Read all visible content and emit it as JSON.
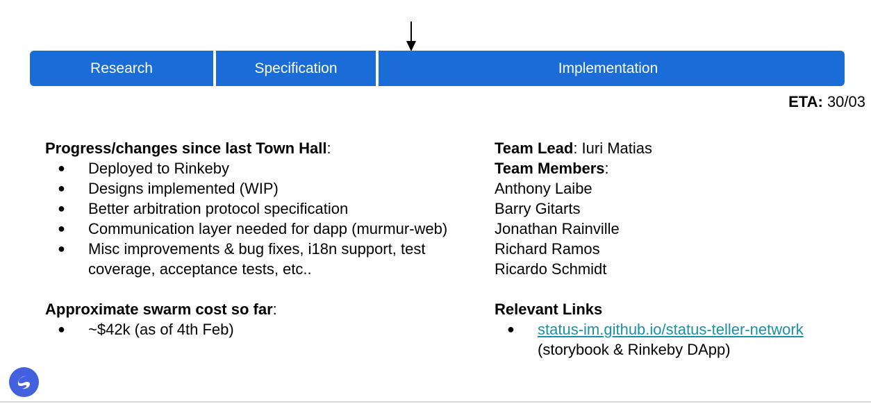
{
  "phases": {
    "research": "Research",
    "specification": "Specification",
    "implementation": "Implementation",
    "progress_marker": "arrow-down-icon"
  },
  "eta": {
    "label": "ETA:",
    "value": " 30/03"
  },
  "progress": {
    "heading": "Progress/changes since last Town Hall",
    "colon": ":",
    "items": [
      "Deployed to Rinkeby",
      "Designs implemented (WIP)",
      "Better arbitration protocol specification",
      "Communication layer needed for dapp (murmur-web)",
      "Misc improvements & bug fixes, i18n support, test coverage, acceptance tests, etc.."
    ]
  },
  "cost": {
    "heading": "Approximate swarm cost so far",
    "colon": ":",
    "items": [
      "~$42k (as of 4th Feb)"
    ]
  },
  "team": {
    "lead_label": "Team Lead",
    "lead_value": ": Iuri Matias",
    "members_label": "Team Members",
    "members_colon": ":",
    "members": [
      "Anthony Laibe",
      "Barry Gitarts",
      "Jonathan Rainville",
      "Richard Ramos",
      "Ricardo Schmidt"
    ]
  },
  "links": {
    "heading": "Relevant Links",
    "items": [
      {
        "text": "status-im.github.io/status-teller-network",
        "note": "(storybook & Rinkeby DApp)"
      }
    ]
  },
  "bullet_char": "●",
  "logo_icon": "status-logo-icon",
  "colors": {
    "phase_blue": "#1a6cd6",
    "link": "#1a8fa8",
    "logo": "#4360df"
  }
}
